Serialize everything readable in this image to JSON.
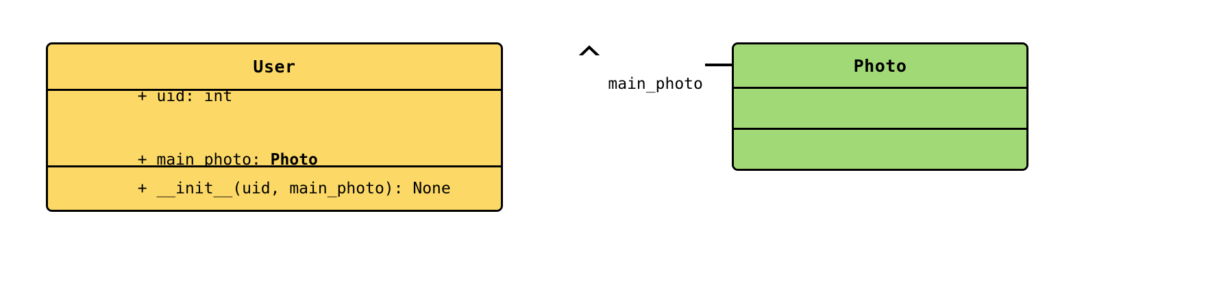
{
  "diagram": {
    "type": "uml-class-diagram",
    "background": "#ffffff",
    "border_color": "#000000"
  },
  "classes": [
    {
      "name": "User",
      "fill": "#FCD966",
      "attributes": [
        {
          "visibility": "+",
          "text": "+ uid: int",
          "plain": "+ uid: ",
          "bold": "",
          "tail": ""
        },
        {
          "visibility": "+",
          "text": "+ main_photo: Photo",
          "plain": "+ main_photo: ",
          "bold": "Photo",
          "tail": ""
        }
      ],
      "methods": [
        {
          "visibility": "+",
          "text": "+ __init__(uid, main_photo): None"
        }
      ]
    },
    {
      "name": "Photo",
      "fill": "#A2D977",
      "attributes": [],
      "methods": []
    }
  ],
  "relationship": {
    "kind": "aggregation",
    "label": "main_photo",
    "source": "User",
    "target": "Photo",
    "diamond_fill": "#ffffff",
    "line_color": "#000000"
  },
  "labels": {
    "user_title": "User",
    "photo_title": "Photo",
    "user_attr_0_plain": "+ uid: int",
    "user_attr_1_plain": "+ main_photo: ",
    "user_attr_1_bold": "Photo",
    "user_method_0": "+ __init__(uid, main_photo): None",
    "assoc_label": "main_photo"
  }
}
